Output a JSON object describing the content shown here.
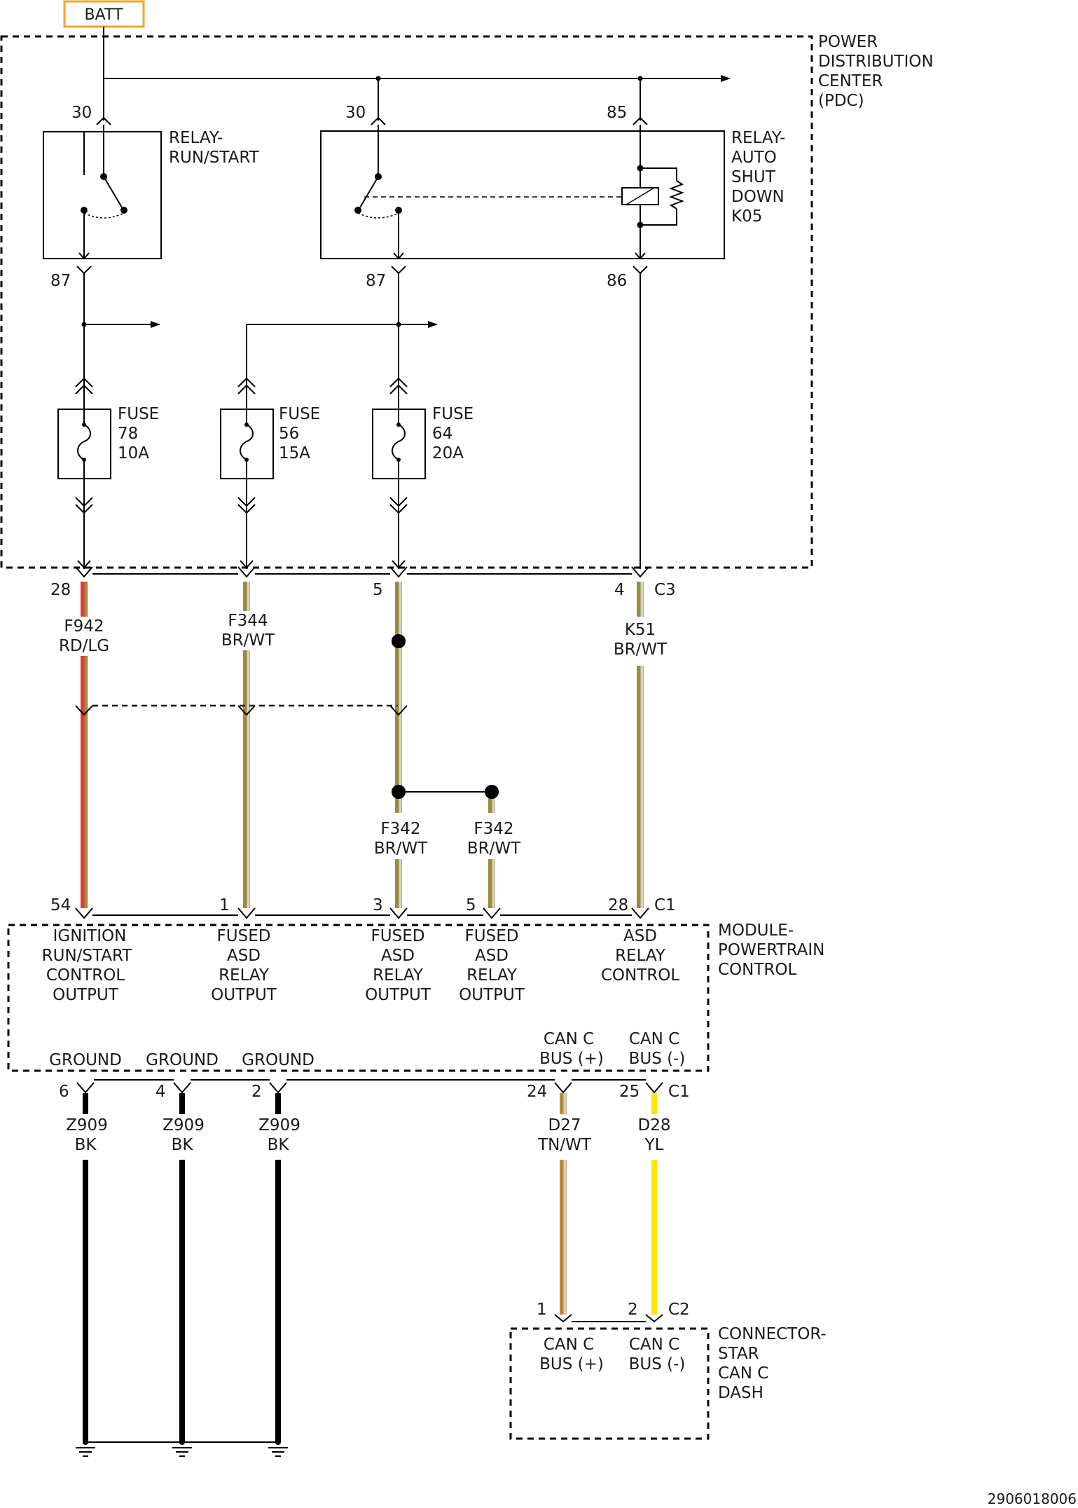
{
  "batt": {
    "label": "BATT",
    "border_color": "#f5a623"
  },
  "pdc": {
    "lines": [
      "POWER",
      "DISTRIBUTION",
      "CENTER",
      "(PDC)"
    ]
  },
  "relay_run_start": {
    "lines": [
      "RELAY-",
      "RUN/START"
    ],
    "pin_in": "30",
    "pin_out": "87"
  },
  "relay_asd": {
    "lines": [
      "RELAY-",
      "AUTO",
      "SHUT",
      "DOWN",
      "K05"
    ],
    "pin_in": "30",
    "pin_out": "87",
    "coil_in": "85",
    "coil_out": "86"
  },
  "fuses": [
    {
      "lines": [
        "FUSE",
        "78",
        "10A"
      ]
    },
    {
      "lines": [
        "FUSE",
        "56",
        "15A"
      ]
    },
    {
      "lines": [
        "FUSE",
        "64",
        "20A"
      ]
    }
  ],
  "c3": {
    "pins": [
      "28",
      "5",
      "4"
    ],
    "name": "C3"
  },
  "wires_upper": [
    {
      "lines": [
        "F942",
        "RD/LG"
      ],
      "color": "#e53935",
      "tracer": "#9e8c3c"
    },
    {
      "lines": [
        "F344",
        "BR/WT"
      ],
      "color": "#9e8a3e",
      "tracer": "#d8d2c0"
    },
    {
      "lines": [
        "K51",
        "BR/WT"
      ],
      "color": "#9e8a3e",
      "tracer": "#d8d2c0"
    }
  ],
  "wires_split": [
    {
      "lines": [
        "F342",
        "BR/WT"
      ]
    },
    {
      "lines": [
        "F342",
        "BR/WT"
      ]
    }
  ],
  "pcm_c1_top": {
    "pins": [
      "54",
      "1",
      "3",
      "5",
      "28"
    ],
    "name": "C1"
  },
  "pcm": {
    "lines": [
      "MODULE-",
      "POWERTRAIN",
      "CONTROL"
    ],
    "functions": [
      [
        "IGNITION",
        "RUN/START",
        "CONTROL",
        "OUTPUT"
      ],
      [
        "FUSED",
        "ASD",
        "RELAY",
        "OUTPUT"
      ],
      [
        "FUSED",
        "ASD",
        "RELAY",
        "OUTPUT"
      ],
      [
        "FUSED",
        "ASD",
        "RELAY",
        "OUTPUT"
      ],
      [
        "ASD",
        "RELAY",
        "CONTROL"
      ]
    ],
    "grounds": [
      "GROUND",
      "GROUND",
      "GROUND"
    ],
    "can": [
      [
        "CAN C",
        "BUS (+)"
      ],
      [
        "CAN C",
        "BUS (-)"
      ]
    ]
  },
  "pcm_c1_bottom": {
    "pins": [
      "6",
      "4",
      "2",
      "24",
      "25"
    ],
    "name": "C1"
  },
  "wires_lower": [
    {
      "lines": [
        "Z909",
        "BK"
      ],
      "color": "#000000"
    },
    {
      "lines": [
        "Z909",
        "BK"
      ],
      "color": "#000000"
    },
    {
      "lines": [
        "Z909",
        "BK"
      ],
      "color": "#000000"
    },
    {
      "lines": [
        "D27",
        "TN/WT"
      ],
      "color": "#b88a3a",
      "tracer": "#d5d0c5"
    },
    {
      "lines": [
        "D28",
        "YL"
      ],
      "color": "#ffe600"
    }
  ],
  "star": {
    "lines": [
      "CONNECTOR-",
      "STAR",
      "CAN C",
      "DASH"
    ],
    "pins": [
      "1",
      "2"
    ],
    "name": "C2",
    "can": [
      [
        "CAN C",
        "BUS (+)"
      ],
      [
        "CAN C",
        "BUS (-)"
      ]
    ]
  },
  "doc_number": "2906018006"
}
